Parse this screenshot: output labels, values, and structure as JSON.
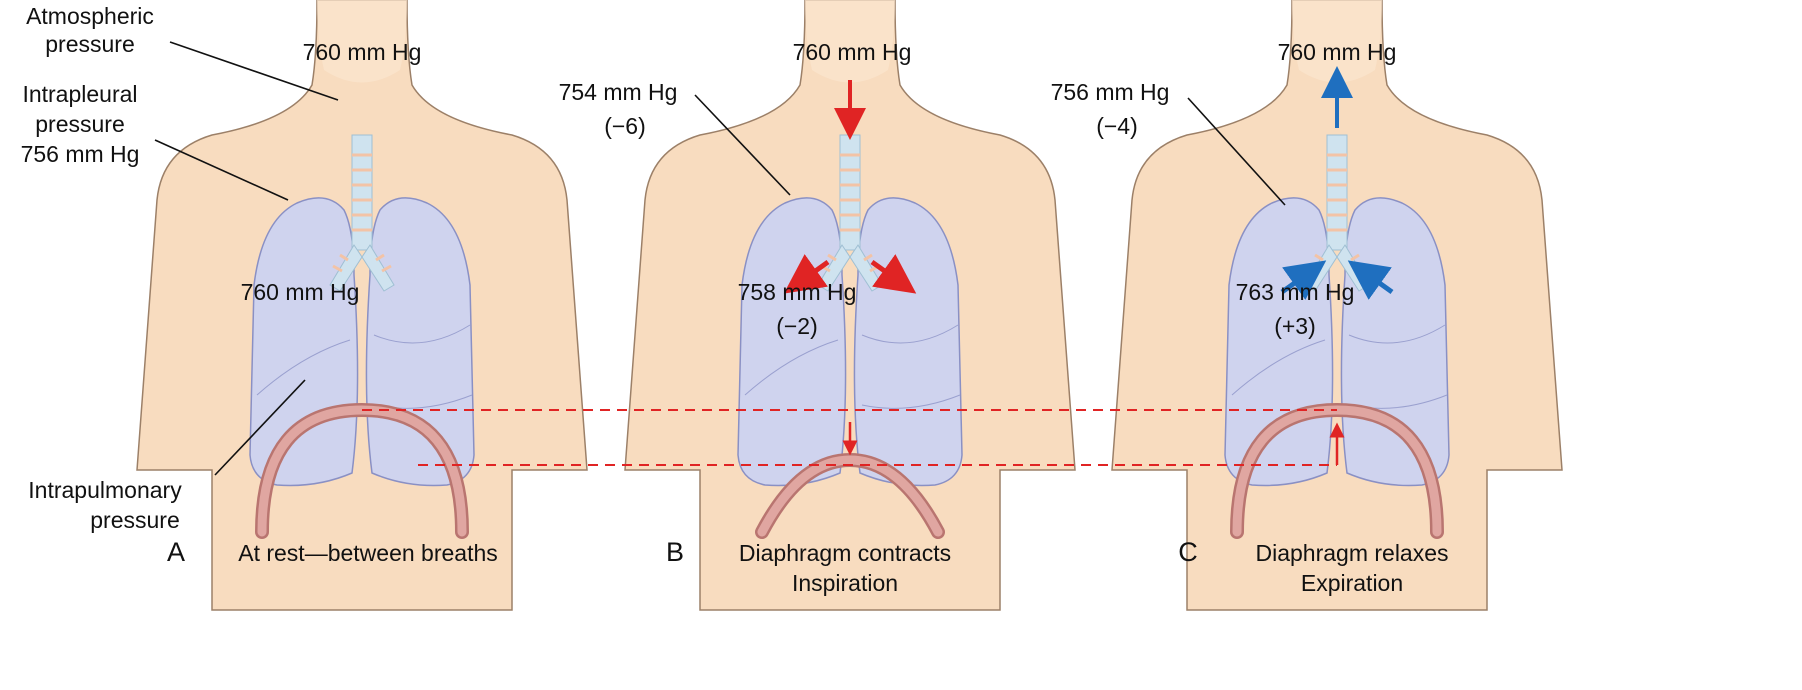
{
  "labels": {
    "atmospheric_line1": "Atmospheric",
    "atmospheric_line2": "pressure",
    "intrapleural_line1": "Intrapleural",
    "intrapleural_line2": "pressure",
    "intrapleural_value": "756 mm Hg",
    "intrapulmonary_line1": "Intrapulmonary",
    "intrapulmonary_line2": "pressure"
  },
  "panels": [
    {
      "letter": "A",
      "caption_line1": "At rest—between breaths",
      "caption_line2": "",
      "atmospheric": "760 mm Hg",
      "intrapleural": "",
      "intrapleural_delta": "",
      "intrapulmonary": "760 mm Hg",
      "intrapulmonary_delta": ""
    },
    {
      "letter": "B",
      "caption_line1": "Diaphragm contracts",
      "caption_line2": "Inspiration",
      "atmospheric": "760 mm Hg",
      "intrapleural": "754 mm Hg",
      "intrapleural_delta": "(−6)",
      "intrapulmonary": "758 mm Hg",
      "intrapulmonary_delta": "(−2)"
    },
    {
      "letter": "C",
      "caption_line1": "Diaphragm relaxes",
      "caption_line2": "Expiration",
      "atmospheric": "760 mm Hg",
      "intrapleural": "756 mm Hg",
      "intrapleural_delta": "(−4)",
      "intrapulmonary": "763 mm Hg",
      "intrapulmonary_delta": "(+3)"
    }
  ],
  "colors": {
    "skin": "#f8dcbf",
    "skin_outline": "#9c8068",
    "lung": "#cfd3ee",
    "lung_outline": "#8a90c4",
    "trachea": "#cfe3ef",
    "diaphragm": "#d99a96",
    "inspiration_arrow": "#e02424",
    "expiration_arrow": "#1f6fbf",
    "guide_line": "#e02424"
  }
}
